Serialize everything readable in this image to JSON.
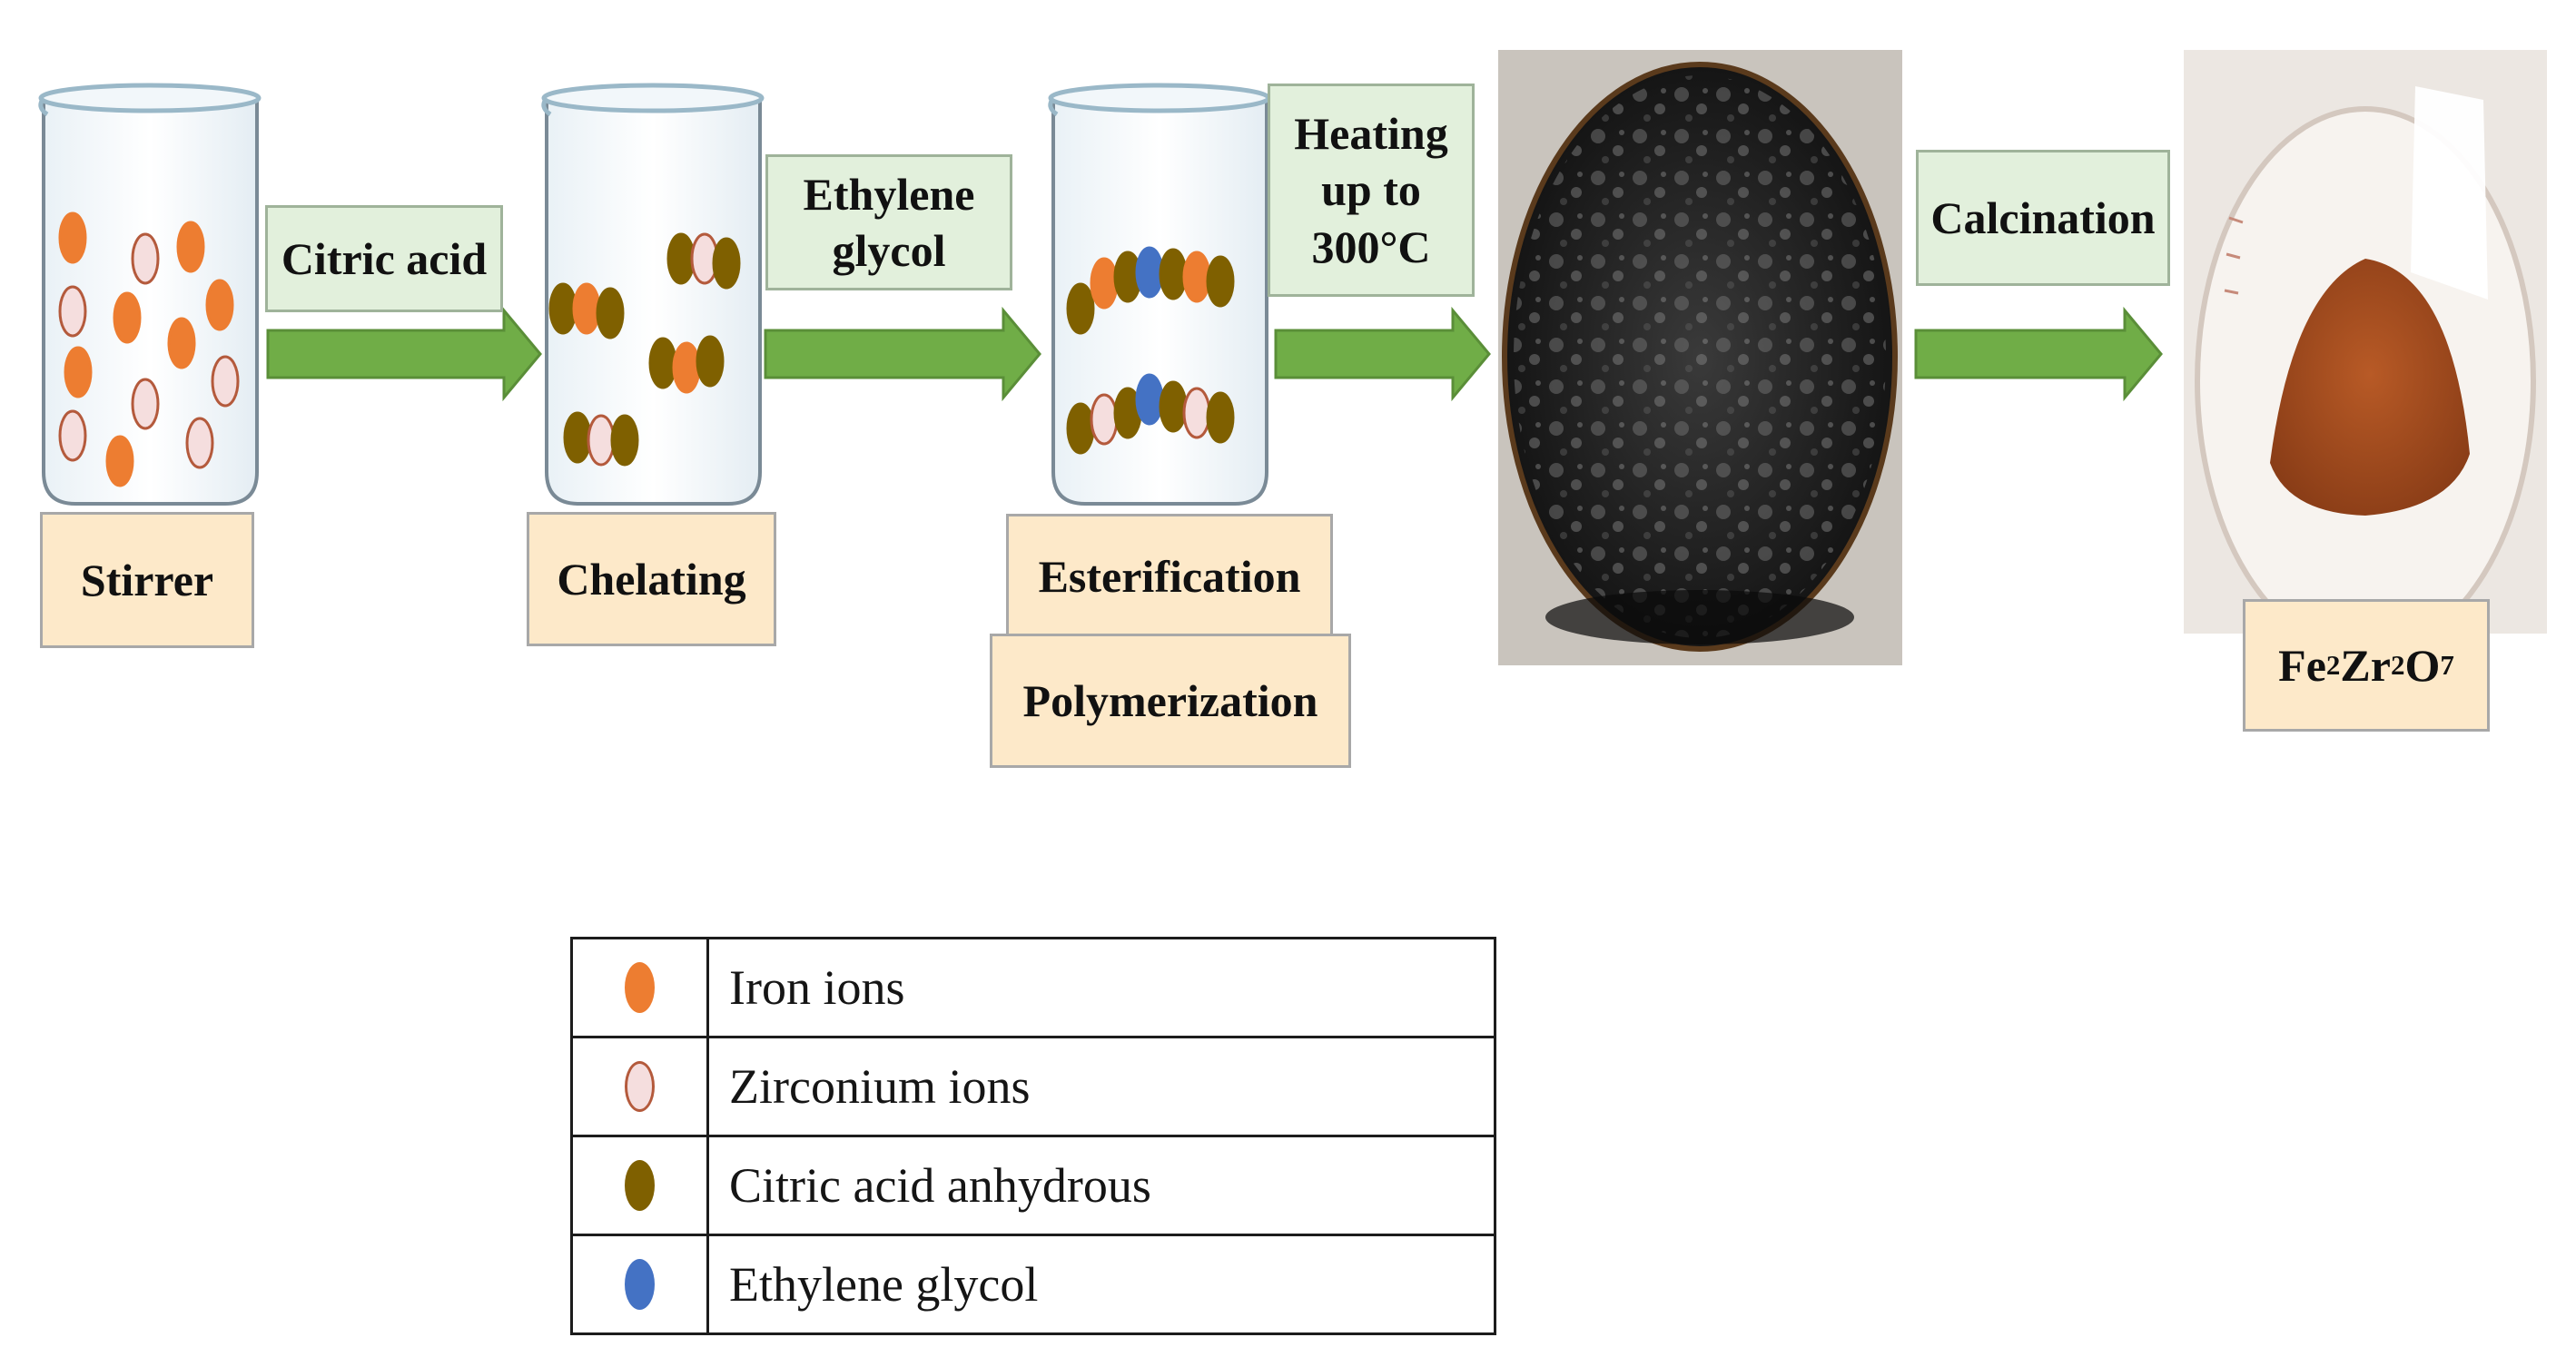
{
  "steps": {
    "stirrer": "Stirrer",
    "chelating": "Chelating",
    "esterification": "Esterification",
    "polymerization": "Polymerization",
    "product": {
      "base1": "Fe",
      "sub1": "2",
      "base2": "Zr",
      "sub2": "2",
      "base3": "O",
      "sub3": "7"
    }
  },
  "transitions": {
    "citric_acid": "Citric acid",
    "ethylene_glycol": "Ethylene\nglycol",
    "heating": "Heating\nup to\n300°C",
    "calcination": "Calcination"
  },
  "legend": [
    {
      "label": "Iron ions",
      "fill": "#ed7d31",
      "stroke": "#ed7d31"
    },
    {
      "label": "Zirconium ions",
      "fill": "#f5dede",
      "stroke": "#b45a3c"
    },
    {
      "label": "Citric acid anhydrous",
      "fill": "#7f6000",
      "stroke": "#7f6000"
    },
    {
      "label": "Ethylene glycol",
      "fill": "#4472c4",
      "stroke": "#4472c4"
    }
  ],
  "colors": {
    "arrow": "#70ad47",
    "arrow_edge": "#5a8e38",
    "beaker_outline": "#7a8a96",
    "beaker_rim": "#9ab8c8",
    "step_label_fill": "#fde9c9",
    "transition_label_fill": "#e2f0dc",
    "gel_photo": "#1a1a1a",
    "powder": "#a14a1e"
  }
}
